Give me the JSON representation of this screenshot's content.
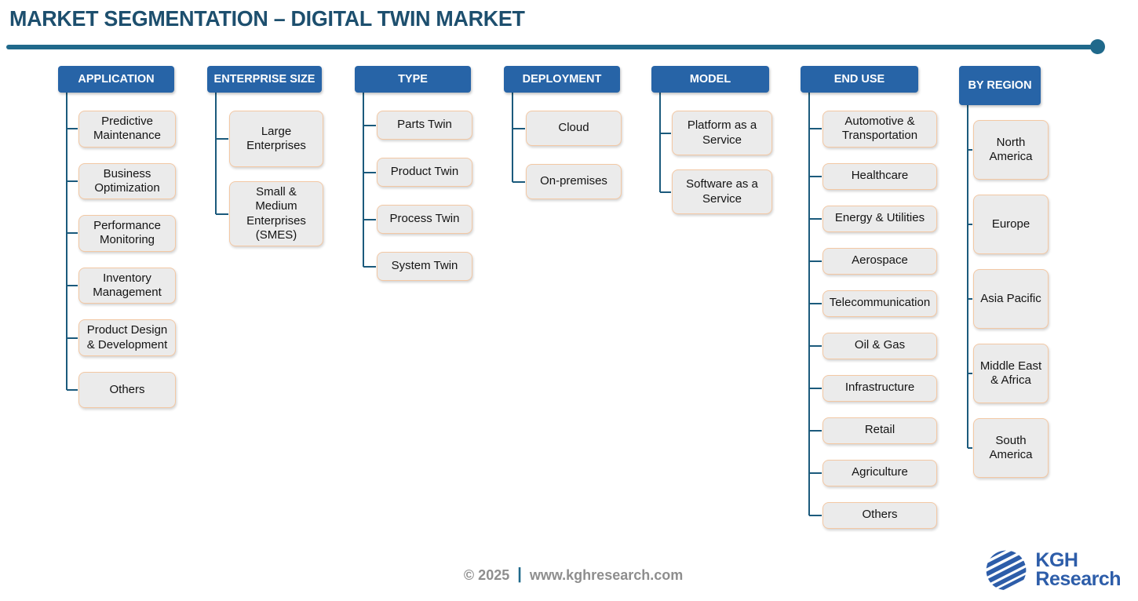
{
  "title": "MARKET SEGMENTATION – DIGITAL TWIN MARKET",
  "columns": [
    {
      "header": "APPLICATION",
      "items": [
        "Predictive Maintenance",
        "Business Optimization",
        "Performance Monitoring",
        "Inventory Management",
        "Product Design & Development",
        "Others"
      ]
    },
    {
      "header": "ENTERPRISE SIZE",
      "items": [
        "Large Enterprises",
        "Small & Medium Enterprises (SMES)"
      ]
    },
    {
      "header": "TYPE",
      "items": [
        "Parts Twin",
        "Product Twin",
        "Process Twin",
        "System Twin"
      ]
    },
    {
      "header": "DEPLOYMENT",
      "items": [
        "Cloud",
        "On-premises"
      ]
    },
    {
      "header": "MODEL",
      "items": [
        "Platform as a Service",
        "Software as a Service"
      ]
    },
    {
      "header": "END USE",
      "items": [
        "Automotive & Transportation",
        "Healthcare",
        "Energy & Utilities",
        "Aerospace",
        "Telecommunication",
        "Oil & Gas",
        "Infrastructure",
        "Retail",
        "Agriculture",
        "Others"
      ]
    },
    {
      "header": "BY REGION",
      "items": [
        "North America",
        "Europe",
        "Asia Pacific",
        "Middle East & Africa",
        "South America"
      ]
    }
  ],
  "footer": {
    "copyright": "© 2025",
    "separator": "|",
    "website": "www.kghresearch.com"
  },
  "logo": {
    "icon": "globe-stripes-icon",
    "line1": "KGH",
    "line2": "Research"
  },
  "colors": {
    "title_navy": "#1D4F6E",
    "rule_teal": "#20698B",
    "header_blue": "#2764A7",
    "item_fill": "#EBEBEB",
    "item_border": "#F3C8A4",
    "connector_teal": "#1B5A7C",
    "footer_gray": "#8E8E8E",
    "logo_blue": "#2D5DA9"
  }
}
